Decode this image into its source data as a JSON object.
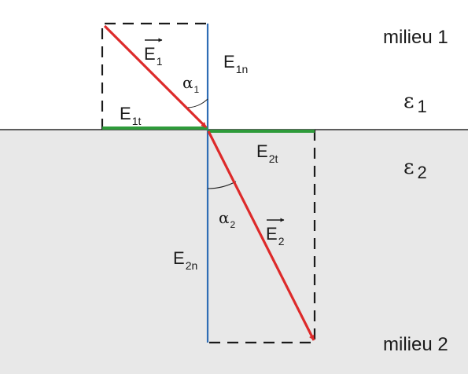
{
  "media": {
    "top_label": "milieu 1",
    "bottom_label": "milieu 2",
    "top_permittivity": {
      "symbol": "ε",
      "subscript": "1"
    },
    "bottom_permittivity": {
      "symbol": "ε",
      "subscript": "2"
    }
  },
  "vectors": {
    "e1": {
      "base": "E",
      "subscript": "1"
    },
    "e2": {
      "base": "E",
      "subscript": "2"
    }
  },
  "components": {
    "e1n": {
      "base": "E",
      "subscript": "1n"
    },
    "e1t": {
      "base": "E",
      "subscript": "1t"
    },
    "e2t": {
      "base": "E",
      "subscript": "2t"
    },
    "e2n": {
      "base": "E",
      "subscript": "2n"
    }
  },
  "angles": {
    "alpha1": {
      "symbol": "α",
      "subscript": "1"
    },
    "alpha2": {
      "symbol": "α",
      "subscript": "2"
    }
  },
  "colors": {
    "field_vector": "#dd2a2a",
    "normal_component": "#2f6db5",
    "tangential_component": "#2e9b3a",
    "medium2_fill": "#e8e8e8",
    "interface_line": "#2a2a2a",
    "dashed_box": "#1a1a1a"
  }
}
